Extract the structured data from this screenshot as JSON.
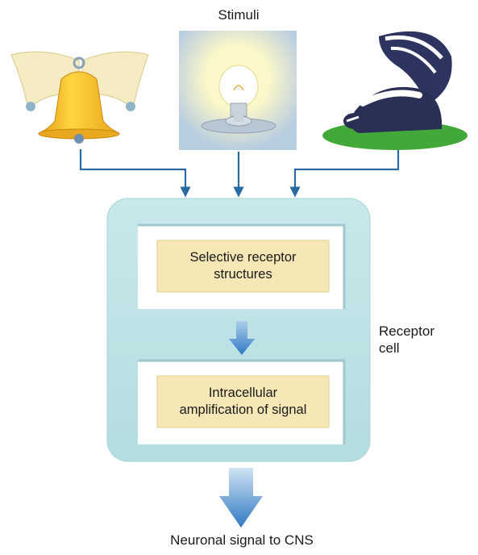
{
  "title": "Stimuli",
  "stimuli": [
    {
      "name": "bell",
      "icon": "bell-icon"
    },
    {
      "name": "light bulb",
      "icon": "lightbulb-icon"
    },
    {
      "name": "skunk",
      "icon": "skunk-icon"
    }
  ],
  "receptor_cell": {
    "label_line1": "Receptor",
    "label_line2": "cell",
    "box1_line1": "Selective receptor",
    "box1_line2": "structures",
    "box2_line1": "Intracellular",
    "box2_line2": "amplification of signal"
  },
  "output_label": "Neuronal signal to CNS",
  "colors": {
    "cell_fill": "#bfe4e6",
    "cell_inner": "#ffffff",
    "text_box": "#f6e7b6",
    "arrow_blue": "#2a6aa3",
    "big_arrow": "#3f87cf"
  }
}
